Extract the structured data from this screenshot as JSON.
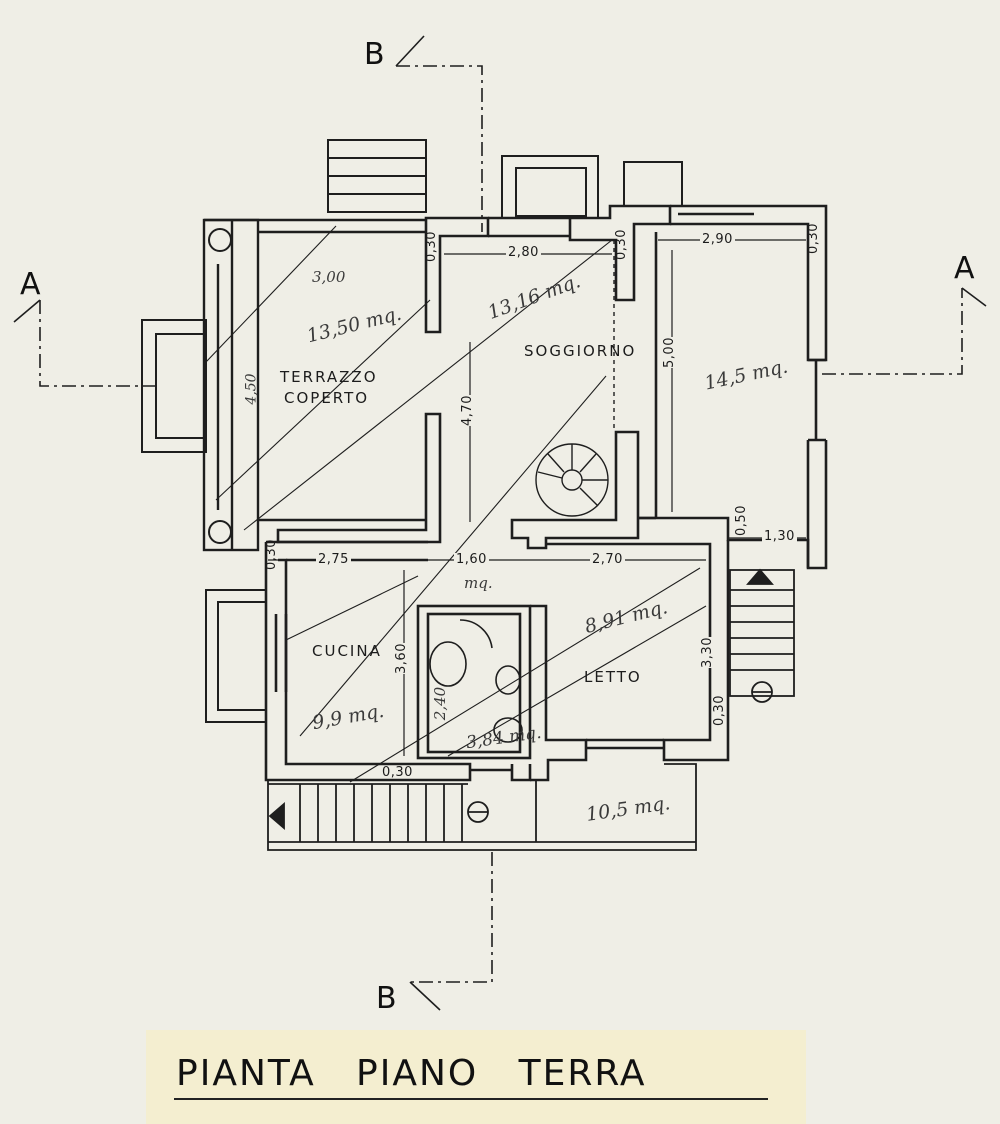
{
  "section_markers": {
    "a_left": "A",
    "a_right": "A",
    "b_top": "B",
    "b_bottom": "B"
  },
  "rooms": {
    "terrazzo_line1": "TERRAZZO",
    "terrazzo_line2": "COPERTO",
    "soggiorno": "SOGGIORNO",
    "cucina": "CUCINA",
    "letto": "LETTO"
  },
  "dimensions": {
    "terrazzo_width": "3,00",
    "terrazzo_depth": "4,50",
    "soggiorno_width": "2,80",
    "soggiorno_depth": "4,70",
    "right_room_width": "2,90",
    "right_room_depth": "5,00",
    "wall_top_left": "0,30",
    "wall_top_mid": "0,30",
    "wall_top_right": "0,30",
    "wall_kitchen_left": "0,30",
    "wall_bottom": "0,30",
    "wall_bed_right": "0,30",
    "offset_050": "0,50",
    "offset_130": "1,30",
    "kitchen_width": "2,75",
    "hall_width": "1,60",
    "bed_width": "2,70",
    "kitchen_depth": "3,60",
    "bed_depth": "3,30",
    "bath_depth": "2,40"
  },
  "areas_handwritten": {
    "terrazzo": "13,50 mq.",
    "soggiorno": "13,16 mq.",
    "right_room": "14,5 mq.",
    "hall": "mq.",
    "cucina": "9,9 mq.",
    "letto": "8,91 mq.",
    "bagno": "3,84 mq.",
    "portico": "10,5 mq."
  },
  "title": "PIANTA   PIANO   TERRA"
}
